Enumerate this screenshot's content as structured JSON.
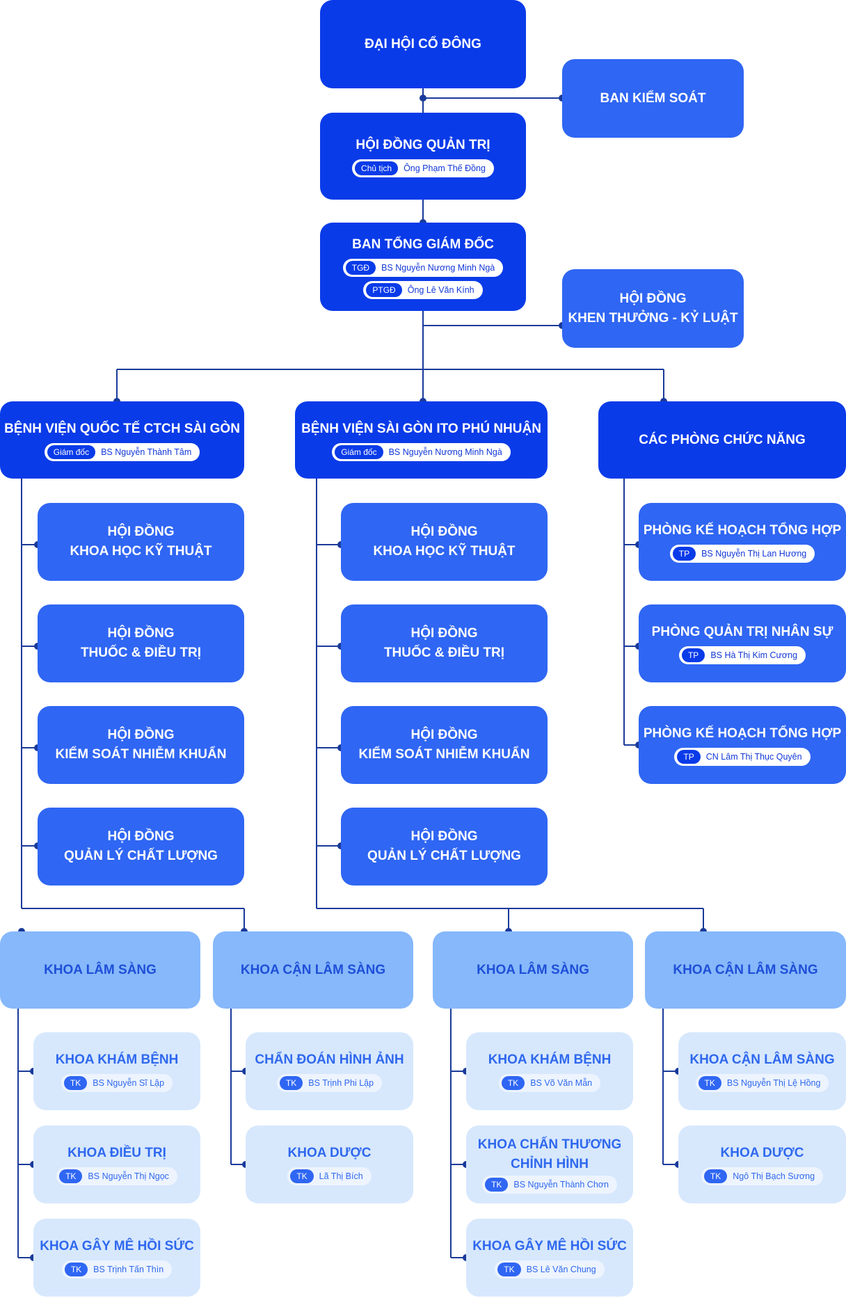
{
  "colors": {
    "primary": "#0a3be9",
    "secondary": "#2f66f3",
    "tertiary": "#86b8fb",
    "light": "#d7e8fd",
    "line": "#1a3a9a"
  },
  "top": {
    "dai_hoi": {
      "title": "ĐẠI HỘI CỔ ĐÔNG"
    },
    "ban_kiem_soat": {
      "title": "BAN KIỂM SOÁT"
    },
    "hoi_dong_quan_tri": {
      "title": "HỘI ĐỒNG QUẢN TRỊ",
      "role": "Chủ tịch",
      "name": "Ông Phạm Thế Đồng"
    },
    "ban_tong_giam_doc": {
      "title": "BAN TỔNG GIÁM ĐỐC",
      "people": [
        {
          "role": "TGĐ",
          "name": "BS Nguyễn Nương Minh Ngà"
        },
        {
          "role": "PTGĐ",
          "name": "Ông Lê Văn Kính"
        }
      ]
    },
    "khen_thuong": {
      "line1": "HỘI ĐỒNG",
      "line2": "KHEN THƯỞNG - KỶ LUẬT"
    }
  },
  "hospital1": {
    "title": "BỆNH VIỆN QUỐC TẾ CTCH SÀI GÒN",
    "role": "Giám đốc",
    "name": "BS Nguyễn Thành Tâm",
    "councils": [
      {
        "line1": "HỘI ĐỒNG",
        "line2": "KHOA HỌC KỸ THUẬT"
      },
      {
        "line1": "HỘI ĐỒNG",
        "line2": "THUỐC & ĐIỀU TRỊ"
      },
      {
        "line1": "HỘI ĐỒNG",
        "line2": "KIỂM SOÁT NHIỄM KHUẨN"
      },
      {
        "line1": "HỘI ĐỒNG",
        "line2": "QUẢN LÝ CHẤT LƯỢNG"
      }
    ],
    "clinical": {
      "title": "KHOA LÂM SÀNG",
      "items": [
        {
          "title": "KHOA KHÁM BỆNH",
          "role": "TK",
          "name": "BS Nguyễn Sĩ Lập"
        },
        {
          "title": "KHOA ĐIỀU TRỊ",
          "role": "TK",
          "name": "BS Nguyễn Thị Ngọc"
        },
        {
          "title": "KHOA GÂY MÊ HỒI SỨC",
          "role": "TK",
          "name": "BS Trịnh Tấn Thìn"
        }
      ]
    },
    "paraclinical": {
      "title": "KHOA CẬN LÂM SÀNG",
      "items": [
        {
          "title": "CHẨN ĐOÁN HÌNH ẢNH",
          "role": "TK",
          "name": "BS Trịnh Phi Lập"
        },
        {
          "title": "KHOA DƯỢC",
          "role": "TK",
          "name": "Lã Thị Bích"
        }
      ]
    }
  },
  "hospital2": {
    "title": "BỆNH VIỆN SÀI GÒN ITO PHÚ NHUẬN",
    "role": "Giám đốc",
    "name": "BS Nguyễn Nương Minh Ngà",
    "councils": [
      {
        "line1": "HỘI ĐỒNG",
        "line2": "KHOA HỌC KỸ THUẬT"
      },
      {
        "line1": "HỘI ĐỒNG",
        "line2": "THUỐC & ĐIỀU TRỊ"
      },
      {
        "line1": "HỘI ĐỒNG",
        "line2": "KIỂM SOÁT NHIỄM KHUẨN"
      },
      {
        "line1": "HỘI ĐỒNG",
        "line2": "QUẢN LÝ CHẤT LƯỢNG"
      }
    ],
    "clinical": {
      "title": "KHOA LÂM SÀNG",
      "items": [
        {
          "title": "KHOA KHÁM BỆNH",
          "role": "TK",
          "name": "BS Võ Văn Mẫn"
        },
        {
          "line1": "KHOA CHẤN THƯƠNG",
          "line2": "CHỈNH HÌNH",
          "role": "TK",
          "name": "BS Nguyễn Thành Chơn"
        },
        {
          "title": "KHOA GÂY MÊ HỒI SỨC",
          "role": "TK",
          "name": "BS Lê Văn Chung"
        }
      ]
    },
    "paraclinical": {
      "title": "KHOA CẬN LÂM SÀNG",
      "items": [
        {
          "title": "KHOA CẬN LÂM SÀNG",
          "role": "TK",
          "name": "BS Nguyễn Thị Lệ Hồng"
        },
        {
          "title": "KHOA DƯỢC",
          "role": "TK",
          "name": "Ngô Thị Bạch Sương"
        }
      ]
    }
  },
  "departments": {
    "title": "CÁC PHÒNG CHỨC NĂNG",
    "items": [
      {
        "title": "PHÒNG KẾ HOẠCH TỔNG HỢP",
        "role": "TP",
        "name": "BS Nguyễn Thị Lan Hương"
      },
      {
        "title": "PHÒNG QUẢN TRỊ NHÂN SỰ",
        "role": "TP",
        "name": "BS Hà Thị Kim Cương"
      },
      {
        "title": "PHÒNG KẾ HOẠCH TỔNG HỢP",
        "role": "TP",
        "name": "CN Lâm Thị Thục Quyên"
      }
    ]
  }
}
